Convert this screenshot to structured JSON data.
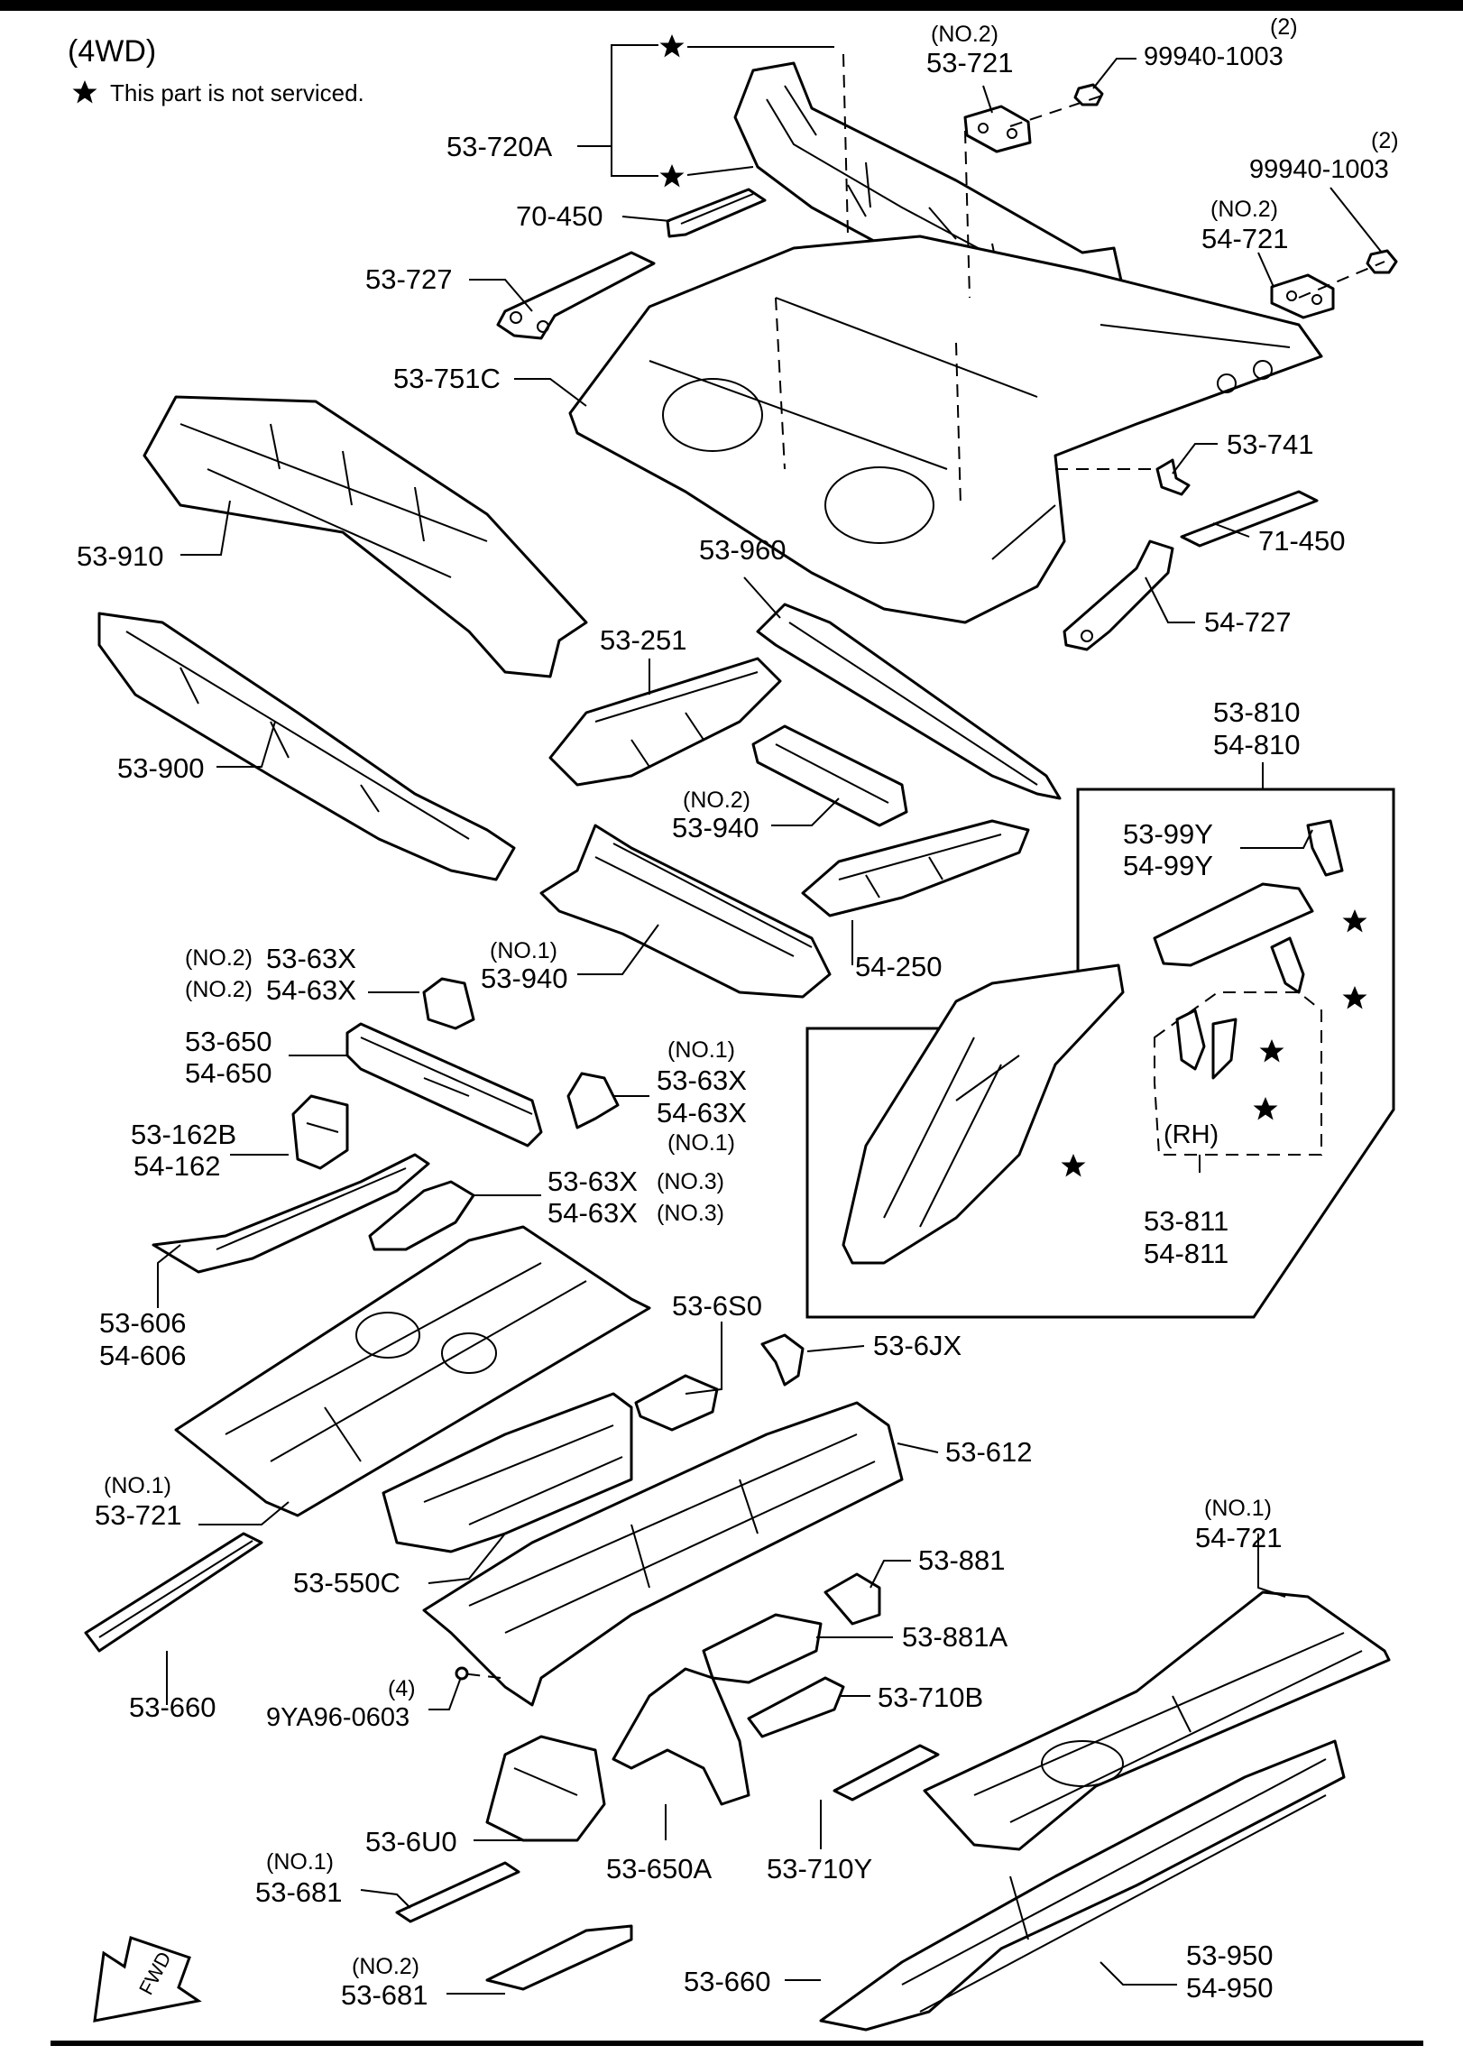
{
  "header": {
    "variant": "(4WD)",
    "note": "This part is not serviced."
  },
  "labels": {
    "l_53_720A": "53-720A",
    "l_no2_a": "(NO.2)",
    "l_53_721_top": "53-721",
    "l_2_a": "(2)",
    "l_99940_a": "99940-1003",
    "l_2_b": "(2)",
    "l_99940_b": "99940-1003",
    "l_no2_b": "(NO.2)",
    "l_54_721_top": "54-721",
    "l_70_450": "70-450",
    "l_53_727": "53-727",
    "l_53_751C": "53-751C",
    "l_53_741": "53-741",
    "l_71_450": "71-450",
    "l_53_910": "53-910",
    "l_53_960": "53-960",
    "l_54_727": "54-727",
    "l_53_251": "53-251",
    "l_53_900": "53-900",
    "l_53_810": "53-810",
    "l_54_810": "54-810",
    "l_no2_c": "(NO.2)",
    "l_53_940_a": "53-940",
    "l_53_99Y": "53-99Y",
    "l_54_99Y": "54-99Y",
    "l_54_250": "54-250",
    "l_no1_a": "(NO.1)",
    "l_53_940_b": "53-940",
    "l_no2_d": "(NO.2)",
    "l_53_63X_a": "53-63X",
    "l_no2_e": "(NO.2)",
    "l_54_63X_a": "54-63X",
    "l_53_650": "53-650",
    "l_54_650": "54-650",
    "l_no1_b": "(NO.1)",
    "l_53_63X_b": "53-63X",
    "l_54_63X_b": "54-63X",
    "l_no1_c": "(NO.1)",
    "l_53_162B": "53-162B",
    "l_54_162": "54-162",
    "l_53_63X_c": "53-63X",
    "l_no3_a": "(NO.3)",
    "l_54_63X_c": "54-63X",
    "l_no3_b": "(NO.3)",
    "l_rh": "(RH)",
    "l_53_811": "53-811",
    "l_54_811": "54-811",
    "l_53_606": "53-606",
    "l_54_606": "54-606",
    "l_53_6S0": "53-6S0",
    "l_53_6JX": "53-6JX",
    "l_53_612": "53-612",
    "l_no1_d": "(NO.1)",
    "l_53_721_no1": "53-721",
    "l_no1_e": "(NO.1)",
    "l_54_721_no1": "54-721",
    "l_53_550C": "53-550C",
    "l_53_881": "53-881",
    "l_53_881A": "53-881A",
    "l_53_660_a": "53-660",
    "l_4": "(4)",
    "l_9YA96": "9YA96-0603",
    "l_53_710B": "53-710B",
    "l_53_6U0": "53-6U0",
    "l_53_650A": "53-650A",
    "l_53_710Y": "53-710Y",
    "l_no1_f": "(NO.1)",
    "l_53_681_a": "53-681",
    "l_no2_f": "(NO.2)",
    "l_53_681_b": "53-681",
    "l_53_660_b": "53-660",
    "l_53_950": "53-950",
    "l_54_950": "54-950",
    "l_fwd": "FWD"
  }
}
